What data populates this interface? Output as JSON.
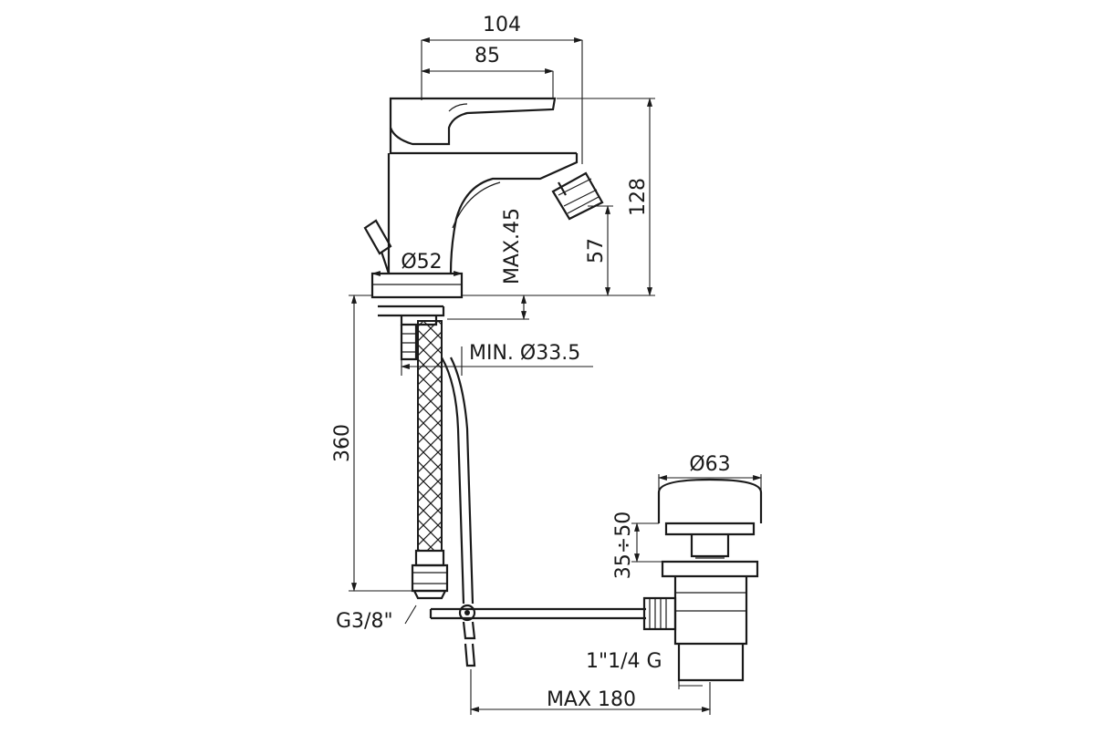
{
  "dimensions": {
    "width_total": "104",
    "width_lever": "85",
    "height_total": "128",
    "spout_height": "57",
    "max_deck": "MAX.45",
    "base_diameter": "Ø52",
    "min_hole": "MIN. Ø33.5",
    "hose_length": "360",
    "hose_thread": "G3/8\"",
    "waste_cap": "Ø63",
    "waste_lift": "35÷50",
    "waste_thread": "1\"1/4 G",
    "waste_rod": "MAX 180"
  }
}
